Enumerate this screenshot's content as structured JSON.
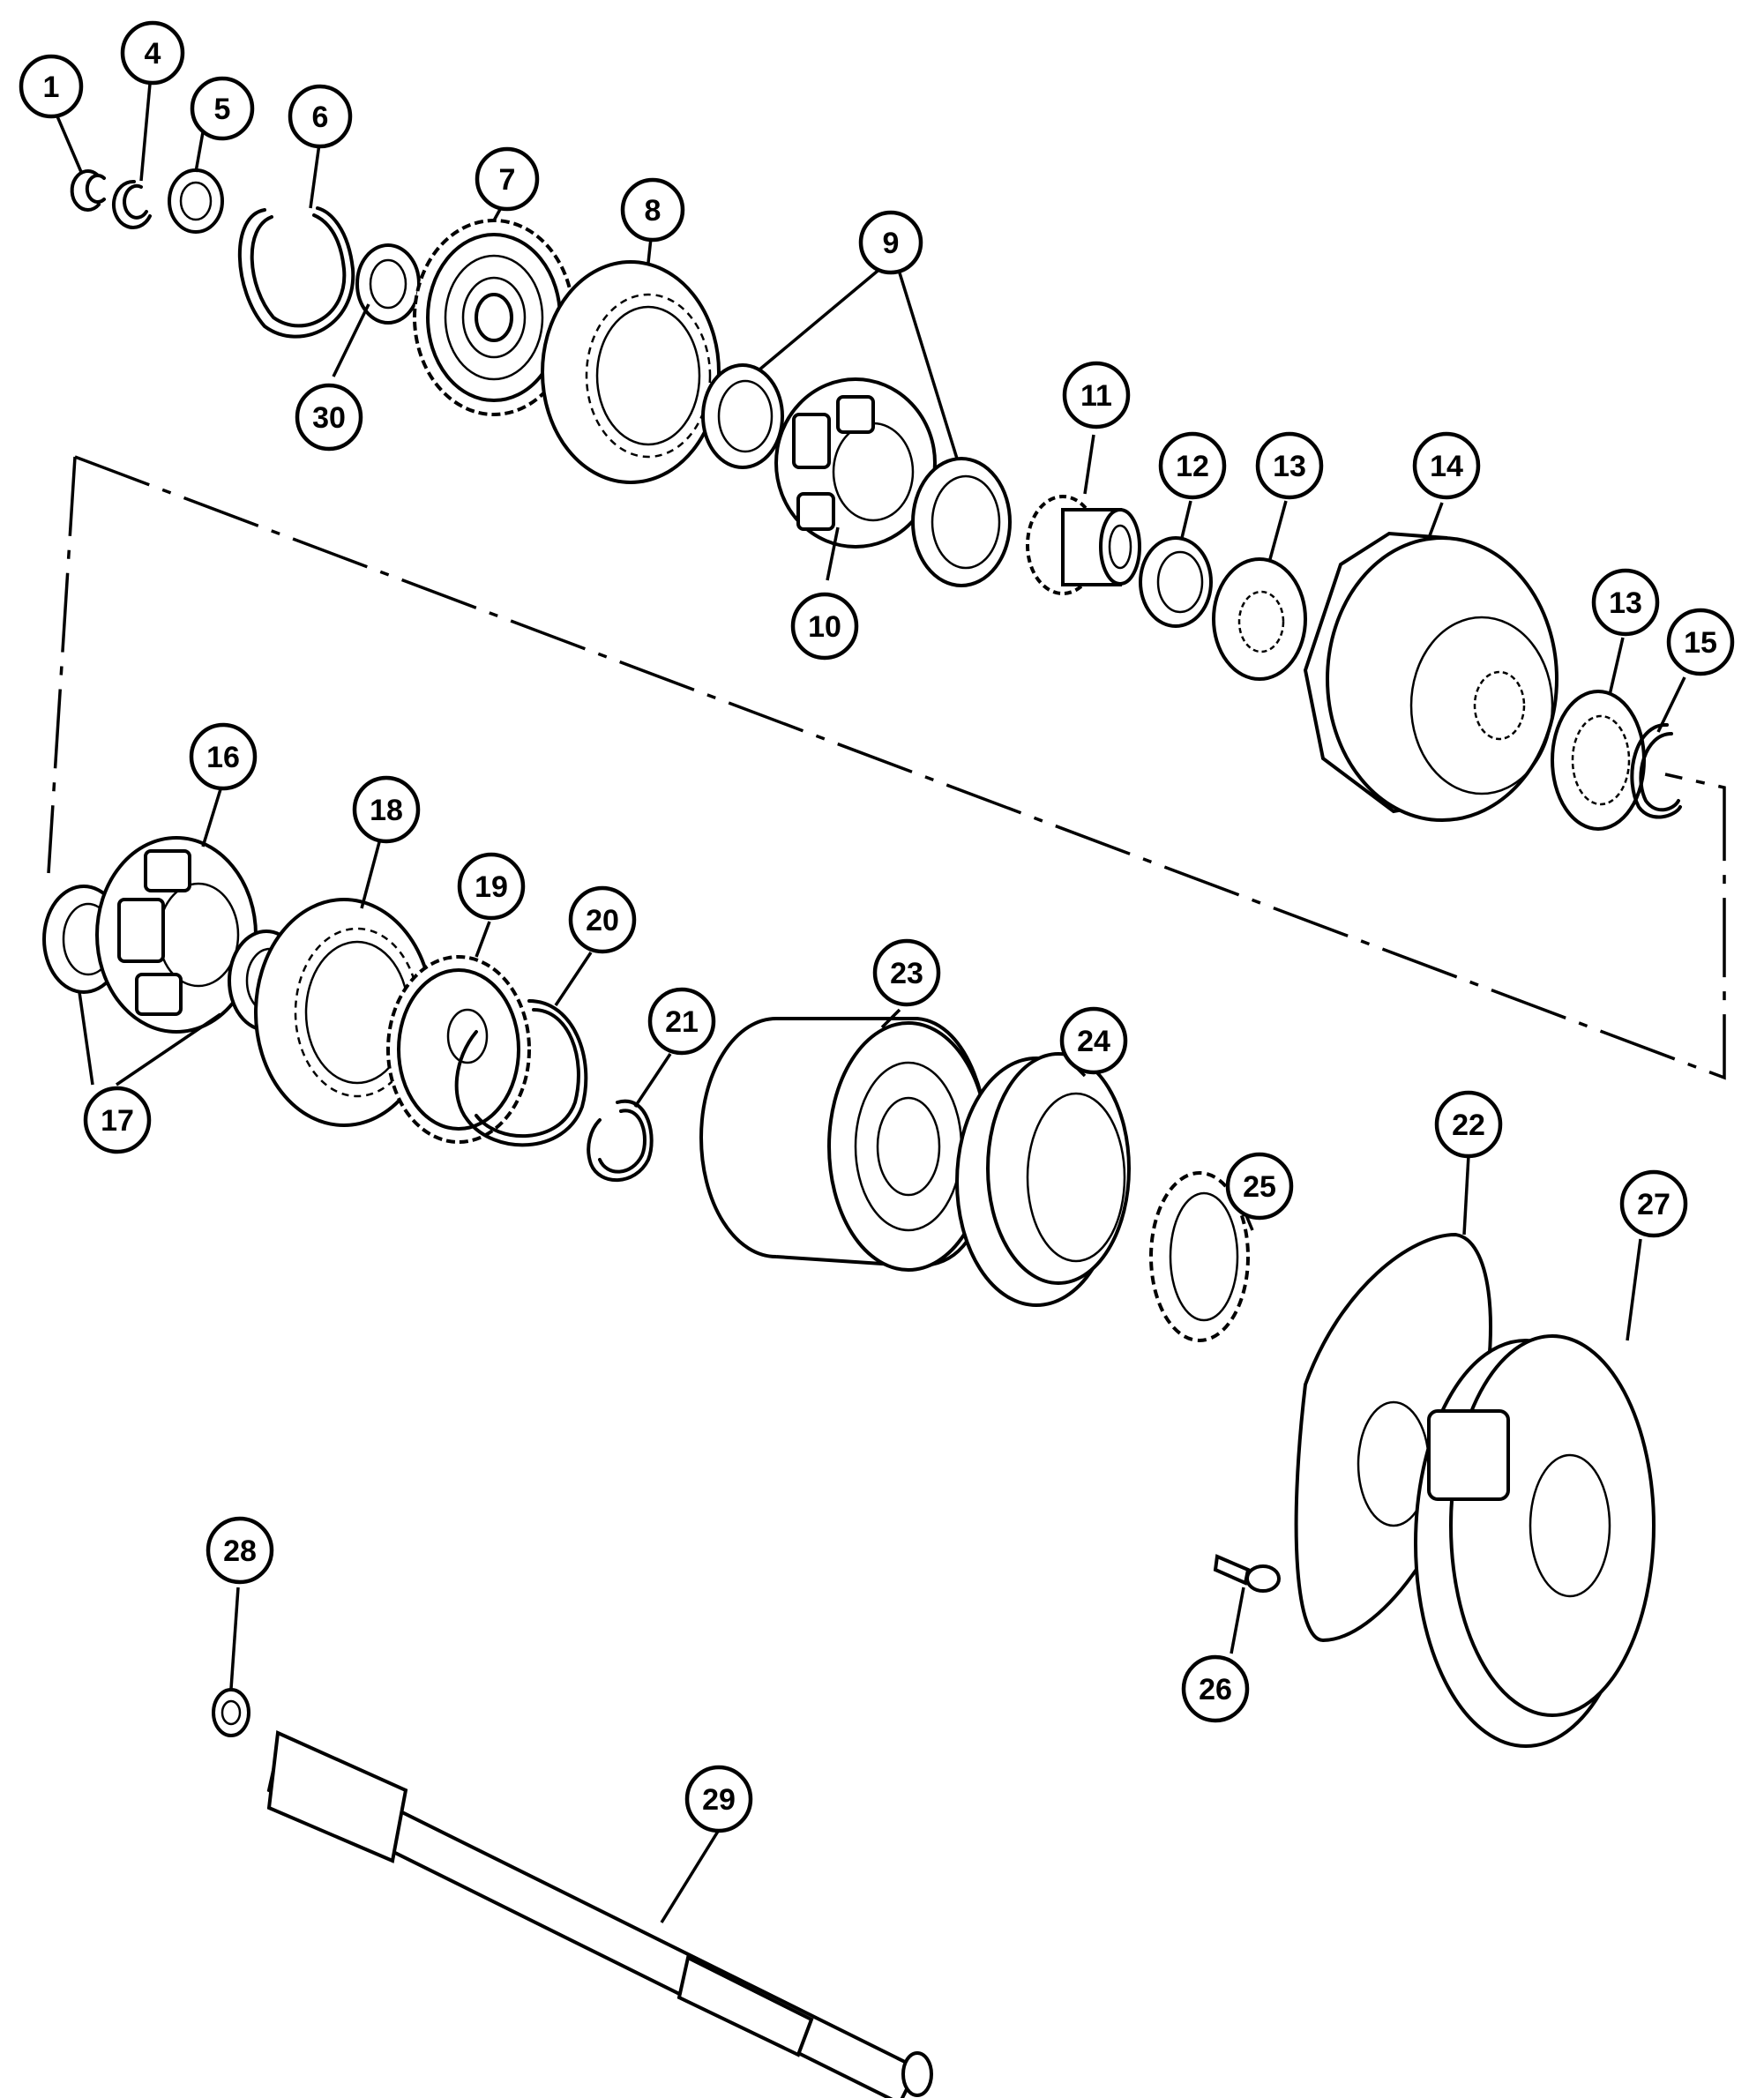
{
  "diagram": {
    "style": "line-art exploded parts view",
    "line_color": "#000000",
    "background_color": "#ffffff",
    "callouts": [
      {
        "label": "1"
      },
      {
        "label": "4"
      },
      {
        "label": "5"
      },
      {
        "label": "6"
      },
      {
        "label": "7"
      },
      {
        "label": "8"
      },
      {
        "label": "9"
      },
      {
        "label": "10"
      },
      {
        "label": "11"
      },
      {
        "label": "12"
      },
      {
        "label": "13"
      },
      {
        "label": "14"
      },
      {
        "label": "13"
      },
      {
        "label": "15"
      },
      {
        "label": "16"
      },
      {
        "label": "17"
      },
      {
        "label": "18"
      },
      {
        "label": "19"
      },
      {
        "label": "20"
      },
      {
        "label": "21"
      },
      {
        "label": "22"
      },
      {
        "label": "23"
      },
      {
        "label": "24"
      },
      {
        "label": "25"
      },
      {
        "label": "26"
      },
      {
        "label": "27"
      },
      {
        "label": "28"
      },
      {
        "label": "29"
      },
      {
        "label": "30"
      }
    ]
  }
}
